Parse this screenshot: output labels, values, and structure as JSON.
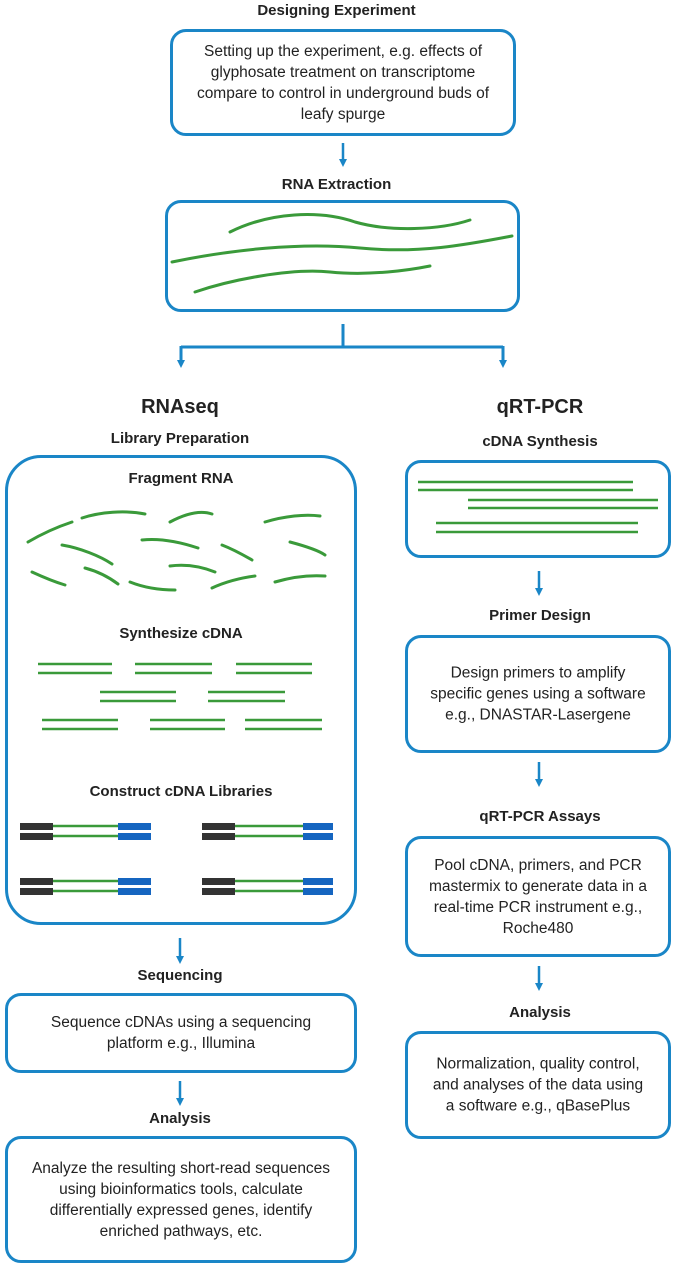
{
  "colors": {
    "accent": "#1a86c7",
    "rna": "#3a9a3a",
    "adapter_dark": "#333333",
    "adapter_blue": "#1565c0"
  },
  "top": {
    "designing_heading": "Designing Experiment",
    "designing_text": "Setting up the experiment, e.g. effects of glyphosate treatment on transcriptome compare to control in underground buds of leafy spurge",
    "rna_extraction_heading": "RNA Extraction"
  },
  "rnaseq": {
    "title": "RNAseq",
    "library_heading": "Library Preparation",
    "fragment_heading": "Fragment RNA",
    "synthesize_heading": "Synthesize cDNA",
    "construct_heading": "Construct cDNA Libraries",
    "sequencing_heading": "Sequencing",
    "sequencing_text": "Sequence cDNAs using a sequencing platform e.g., Illumina",
    "analysis_heading": "Analysis",
    "analysis_text": "Analyze the resulting short-read sequences using bioinformatics tools, calculate differentially expressed genes, identify enriched pathways, etc."
  },
  "qrtpcr": {
    "title": "qRT-PCR",
    "cdna_heading": "cDNA Synthesis",
    "primer_heading": "Primer Design",
    "primer_text": "Design primers to amplify specific genes using a software e.g., DNASTAR-Lasergene",
    "assays_heading": "qRT-PCR Assays",
    "assays_text": "Pool cDNA, primers, and PCR mastermix to generate data in a real-time PCR instrument e.g., Roche480",
    "analysis_heading": "Analysis",
    "analysis_text": "Normalization, quality control, and analyses of the data using a software e.g., qBasePlus"
  }
}
